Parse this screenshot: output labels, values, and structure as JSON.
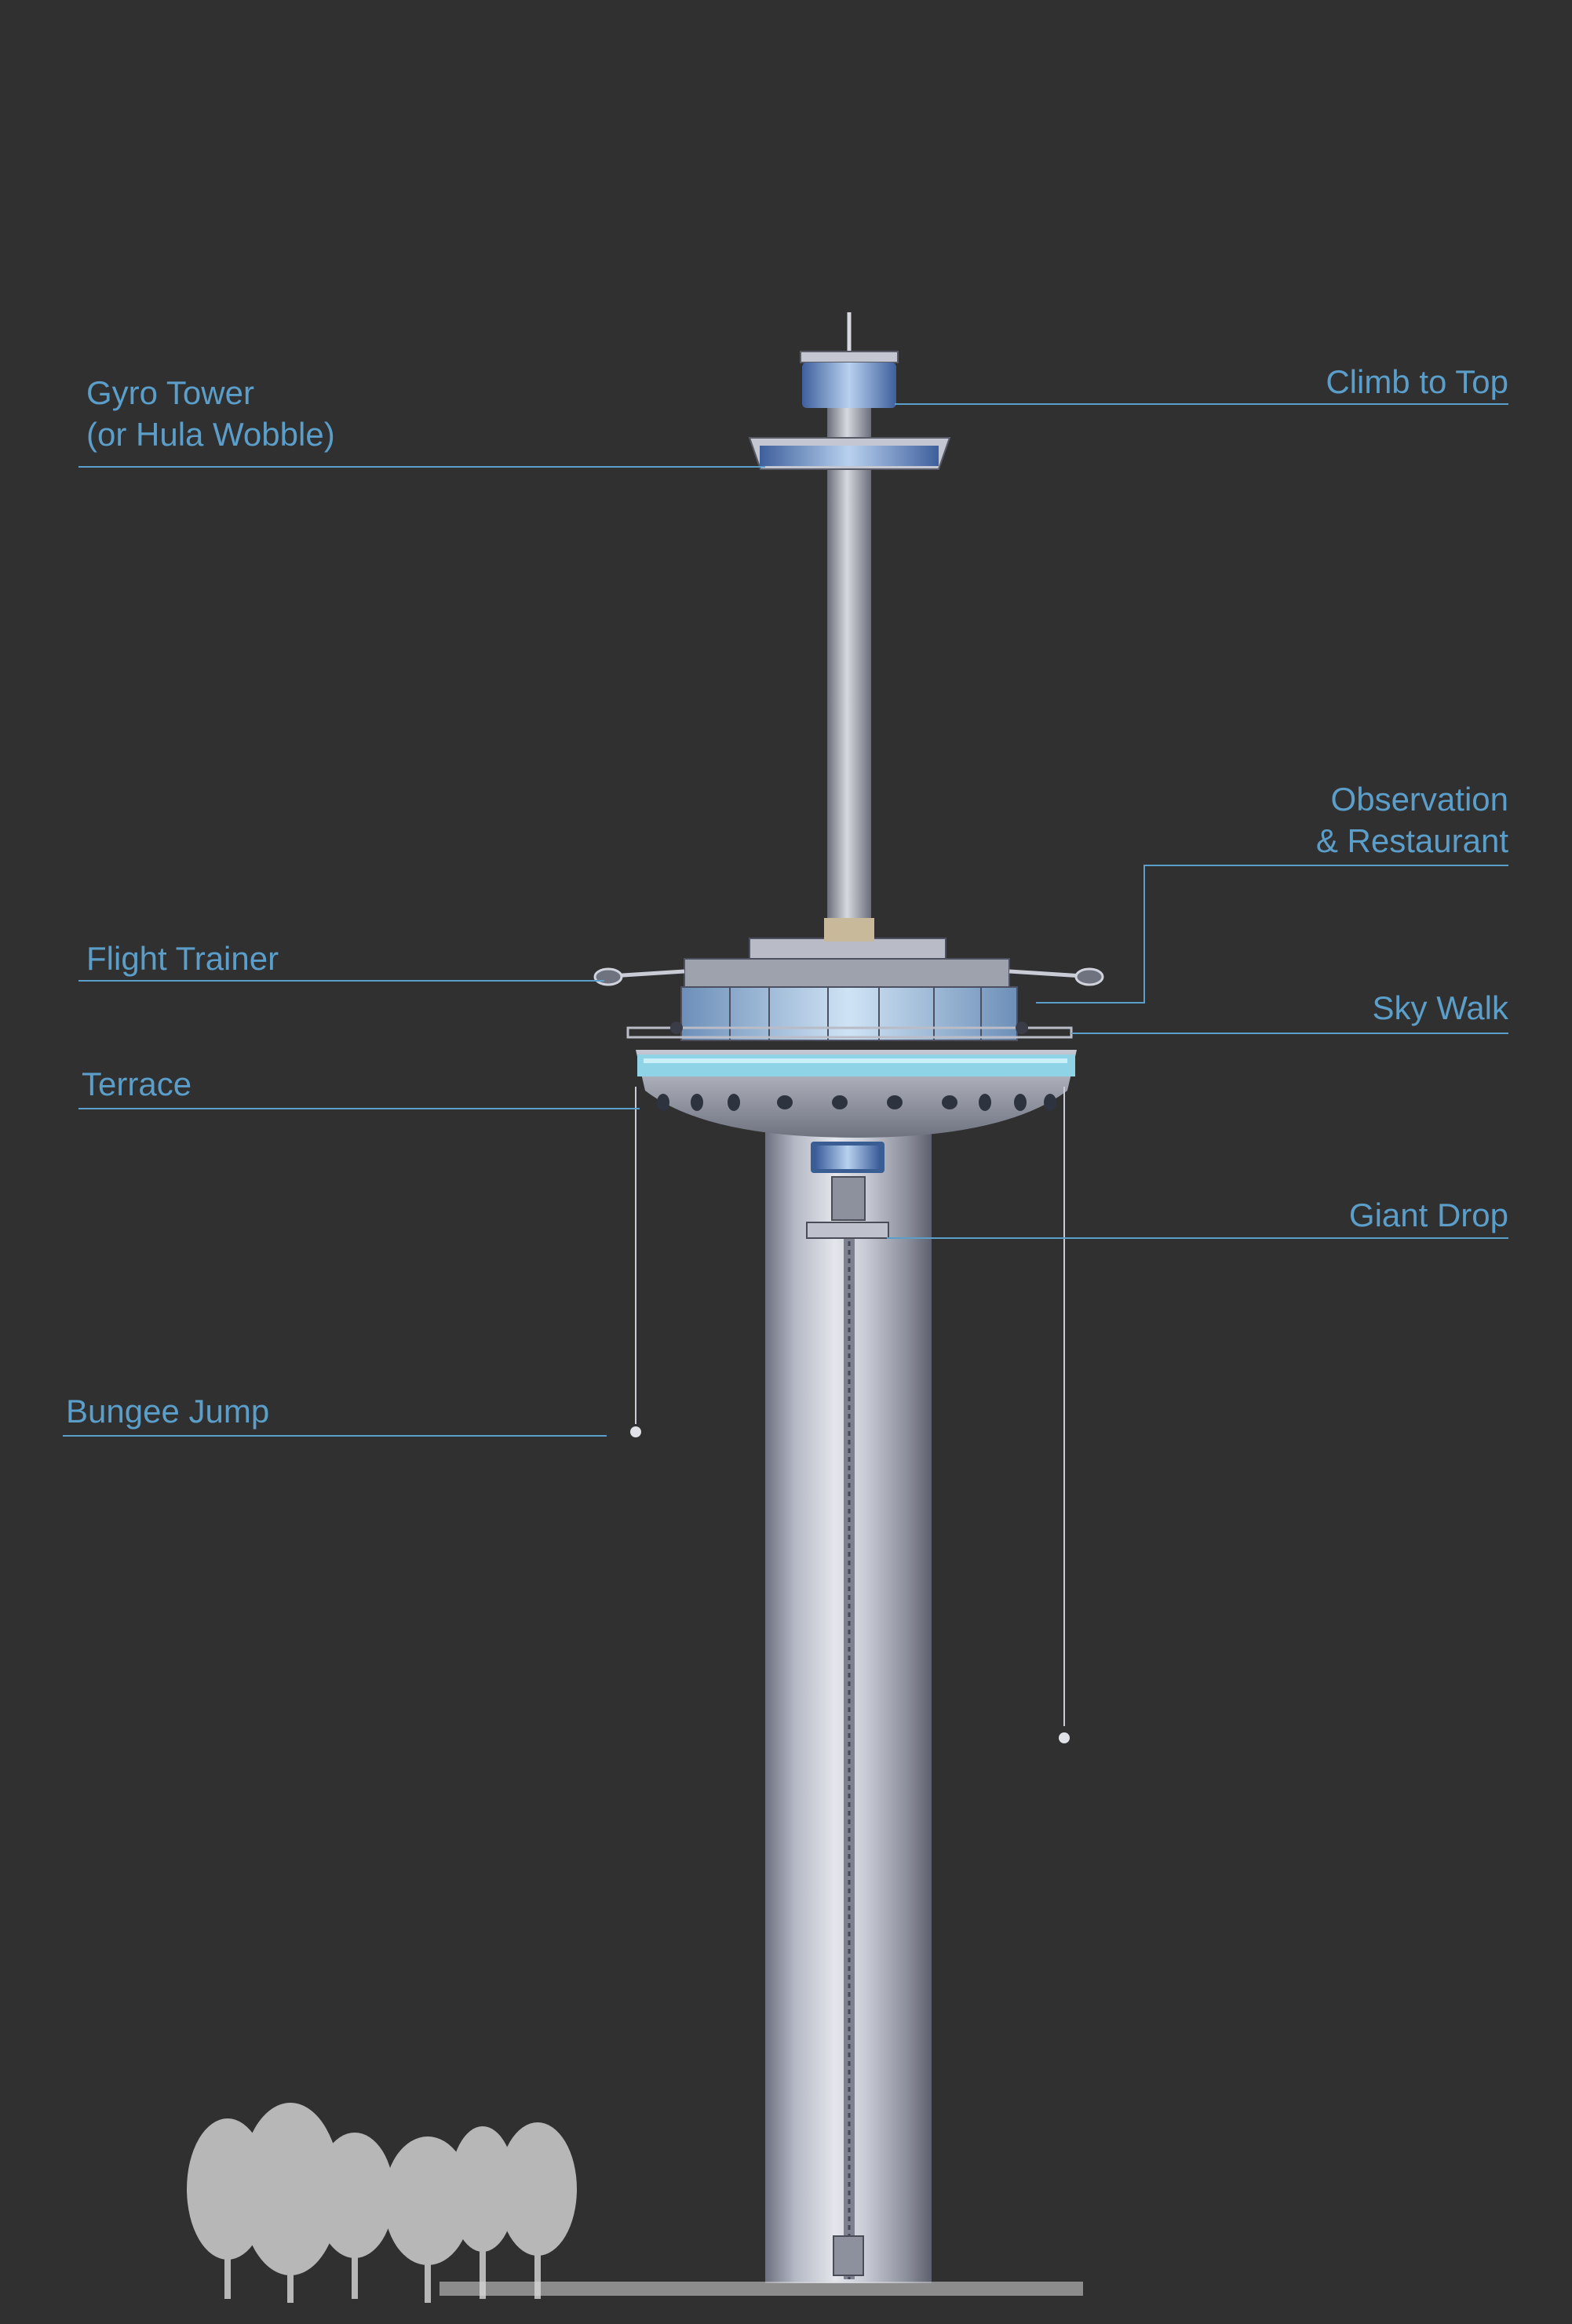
{
  "labels": {
    "gyro_tower": {
      "line1": "Gyro Tower",
      "line2": "(or Hula Wobble)"
    },
    "climb_to_top": "Climb to Top",
    "observation": {
      "line1": "Observation",
      "line2": "& Restaurant"
    },
    "flight_trainer": "Flight Trainer",
    "sky_walk": "Sky Walk",
    "terrace": "Terrace",
    "giant_drop": "Giant Drop",
    "bungee_jump": "Bungee Jump"
  },
  "colors": {
    "background": "#303030",
    "label": "#5b9ec9",
    "leader_line": "#5b9ec9",
    "tower_metal": "#a9adb8",
    "glass": "#9fc6e6",
    "trees": "#b7b7b7"
  }
}
